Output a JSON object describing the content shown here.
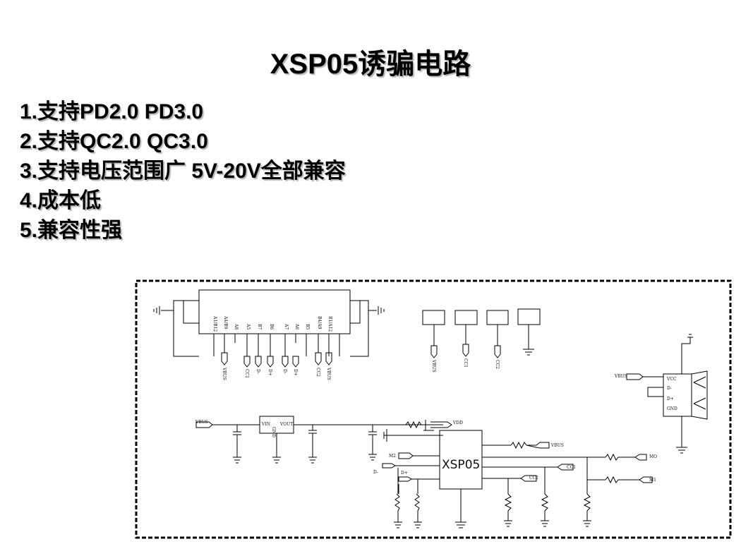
{
  "title": "XSP05诱骗电路",
  "features": [
    "1.支持PD2.0 PD3.0",
    "2.支持QC2.0 QC3.0",
    "3.支持电压范围广 5V-20V全部兼容",
    "4.成本低",
    "5.兼容性强"
  ],
  "schematic": {
    "typec_pins": [
      "A1/B12",
      "A4/B9",
      "A8",
      "A5",
      "B7",
      "B6",
      "A7",
      "A6",
      "B5",
      "B4/A9",
      "B1/A12"
    ],
    "typec_nets": [
      "VBUS",
      "CC1",
      "D-",
      "D+",
      "D-",
      "D+",
      "CC2",
      "VBUS"
    ],
    "probe_nets": [
      "VBUS",
      "CC1",
      "CC2"
    ],
    "usb_a_pins": [
      "VCC",
      "D-",
      "D+",
      "GND"
    ],
    "usb_a_net": "VBUS",
    "ldo_pins": [
      "VIN",
      "VOUT",
      "GND"
    ],
    "ldo_in_net": "VBUS",
    "vdd_net": "VDD",
    "chip_label": "XSP05",
    "chip_left_nets": [
      "M2",
      "D+",
      "D-"
    ],
    "chip_right_nets": [
      "VBUS",
      "CC1",
      "CC2",
      "MO",
      "M1"
    ]
  }
}
